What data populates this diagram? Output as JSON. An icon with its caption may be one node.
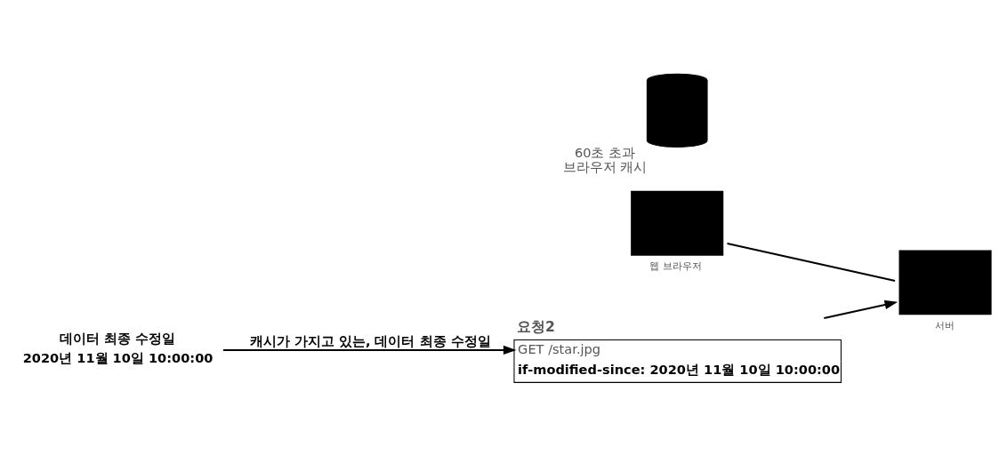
{
  "diagram": {
    "nodes": [
      {
        "text": [],
        "shape": "box",
        "beside": [
          "웹 브라우저"
        ]
      },
      {
        "text": [
          "요청2",
          "GET /star.jpg",
          "if-modified-since: 2020년 11월 10일 10:00:00"
        ]
      },
      {
        "text": [],
        "shape": "box",
        "beside": [
          "서버"
        ]
      },
      {
        "text": [],
        "shape": "cylinder",
        "beside": [
          "60초 초과",
          "브라우저 캐시"
        ]
      },
      {
        "text": [
          "데이터 최종 수정일",
          "2020년 11월 10일 10:00:00"
        ]
      }
    ],
    "edges": [
      {
        "from": 0,
        "to": 2,
        "arrow": "none"
      },
      {
        "from": 1,
        "to": 2,
        "arrow": "to"
      },
      {
        "from": 4,
        "to": 1,
        "arrow": "to",
        "label": "캐시가 가지고 있는, 데이터 최종 수정일"
      }
    ]
  }
}
